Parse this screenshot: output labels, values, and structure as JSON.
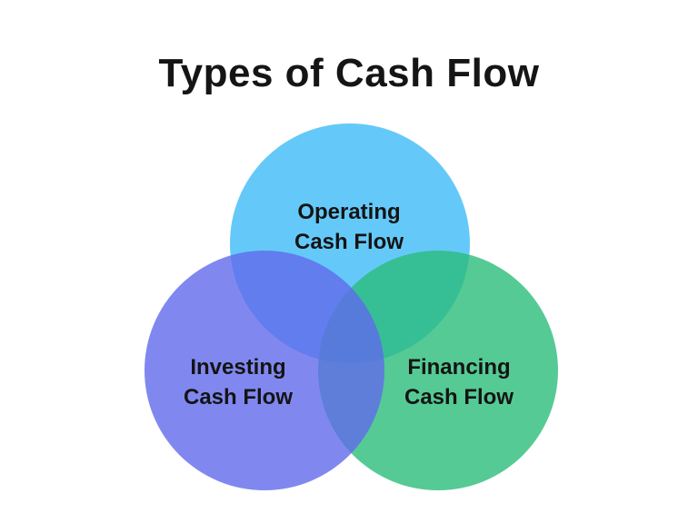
{
  "title": "Types of Cash Flow",
  "diagram": {
    "type": "venn-3-circles",
    "background_color": "#FFFFFF",
    "text_color": "#141414",
    "circles": [
      {
        "id": "operating",
        "label_line1": "Operating",
        "label_line2": "Cash Flow",
        "color": "rgba(61, 188, 247, 0.8)",
        "base_color": "#3DBCF7",
        "position": "top"
      },
      {
        "id": "investing",
        "label_line1": "Investing",
        "label_line2": "Cash Flow",
        "color": "rgba(96, 106, 235, 0.8)",
        "base_color": "#606AEB",
        "position": "bottom-left"
      },
      {
        "id": "financing",
        "label_line1": "Financing",
        "label_line2": "Cash Flow",
        "color": "rgba(42, 189, 122, 0.8)",
        "base_color": "#2ABD7A",
        "position": "bottom-right"
      }
    ]
  }
}
